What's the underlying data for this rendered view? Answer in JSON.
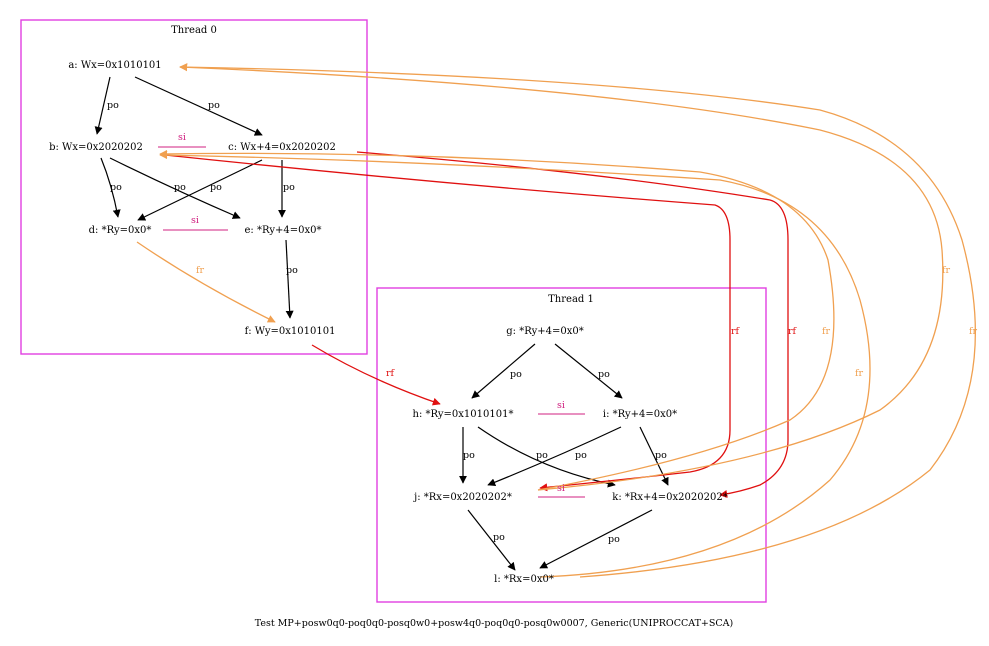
{
  "caption": "Test MP+posw0q0-poq0q0-posq0w0+posw4q0-poq0q0-posq0w0007, Generic(UNIPROCCAT+SCA)",
  "colors": {
    "cluster": "#e040e0",
    "po": "#000000",
    "si": "#d02080",
    "rf": "#e01010",
    "fr": "#f0a050"
  },
  "clusters": [
    {
      "id": "thread0",
      "label": "Thread 0"
    },
    {
      "id": "thread1",
      "label": "Thread 1"
    }
  ],
  "nodes": [
    {
      "id": "a",
      "label": "a: Wx=0x1010101"
    },
    {
      "id": "b",
      "label": "b: Wx=0x2020202"
    },
    {
      "id": "c",
      "label": "c: Wx+4=0x2020202"
    },
    {
      "id": "d",
      "label": "d: *Ry=0x0*"
    },
    {
      "id": "e",
      "label": "e: *Ry+4=0x0*"
    },
    {
      "id": "f",
      "label": "f: Wy=0x1010101"
    },
    {
      "id": "g",
      "label": "g: *Ry+4=0x0*"
    },
    {
      "id": "h",
      "label": "h: *Ry=0x1010101*"
    },
    {
      "id": "i",
      "label": "i: *Ry+4=0x0*"
    },
    {
      "id": "j",
      "label": "j: *Rx=0x2020202*"
    },
    {
      "id": "k",
      "label": "k: *Rx+4=0x2020202*"
    },
    {
      "id": "l",
      "label": "l: *Rx=0x0*"
    }
  ],
  "edges": [
    {
      "id": "a-b",
      "kind": "po",
      "label": "po"
    },
    {
      "id": "a-c",
      "kind": "po",
      "label": "po"
    },
    {
      "id": "b-c",
      "kind": "si",
      "label": "si"
    },
    {
      "id": "b-d",
      "kind": "po",
      "label": "po"
    },
    {
      "id": "b-e",
      "kind": "po",
      "label": "po"
    },
    {
      "id": "c-d",
      "kind": "po",
      "label": "po"
    },
    {
      "id": "c-e",
      "kind": "po",
      "label": "po"
    },
    {
      "id": "d-e",
      "kind": "si",
      "label": "si"
    },
    {
      "id": "e-f",
      "kind": "po",
      "label": "po"
    },
    {
      "id": "d-f",
      "kind": "fr",
      "label": "fr"
    },
    {
      "id": "f-h",
      "kind": "rf",
      "label": "rf"
    },
    {
      "id": "g-h",
      "kind": "po",
      "label": "po"
    },
    {
      "id": "g-i",
      "kind": "po",
      "label": "po"
    },
    {
      "id": "h-i",
      "kind": "si",
      "label": "si"
    },
    {
      "id": "h-j",
      "kind": "po",
      "label": "po"
    },
    {
      "id": "h-k",
      "kind": "po",
      "label": "po"
    },
    {
      "id": "i-j",
      "kind": "po",
      "label": "po"
    },
    {
      "id": "i-k",
      "kind": "po",
      "label": "po"
    },
    {
      "id": "j-k",
      "kind": "si",
      "label": "si"
    },
    {
      "id": "j-l",
      "kind": "po",
      "label": "po"
    },
    {
      "id": "k-l",
      "kind": "po",
      "label": "po"
    },
    {
      "id": "b-j",
      "kind": "rf",
      "label": "rf"
    },
    {
      "id": "c-k",
      "kind": "rf",
      "label": "rf"
    },
    {
      "id": "j-b",
      "kind": "fr",
      "label": "fr"
    },
    {
      "id": "j-a",
      "kind": "fr",
      "label": "fr"
    },
    {
      "id": "l-b",
      "kind": "fr",
      "label": "fr"
    },
    {
      "id": "l-a",
      "kind": "fr",
      "label": "fr"
    }
  ]
}
